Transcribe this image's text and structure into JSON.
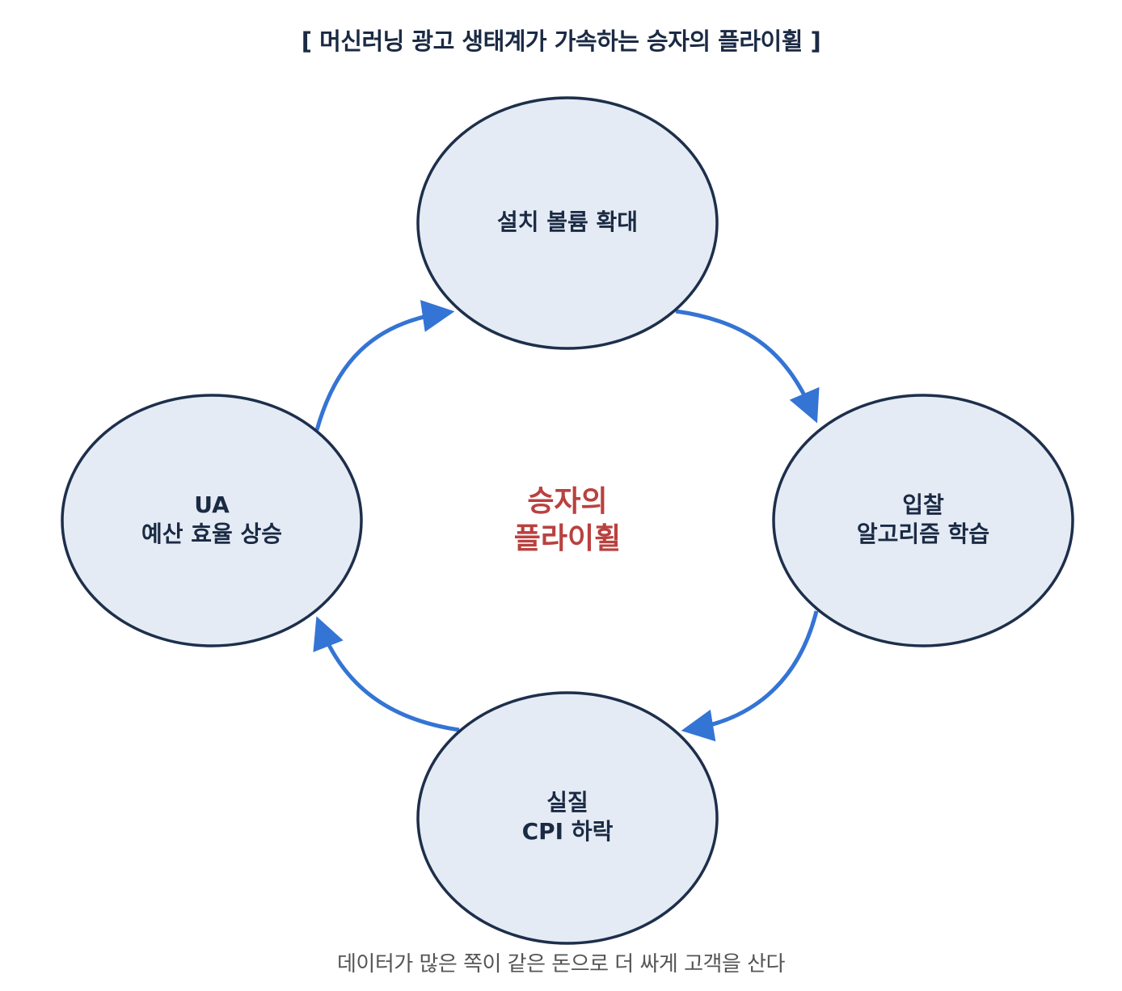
{
  "title": "[ 머신러닝 광고 생태계가 가속하는 승자의 플라이휠 ]",
  "caption": "데이터가 많은 쪽이 같은 돈으로 더 싸게 고객을 산다",
  "center": {
    "line1": "승자의",
    "line2": "플라이휠"
  },
  "nodes": {
    "top": {
      "line1": "설치 볼륨 확대"
    },
    "right": {
      "line1": "입찰",
      "line2": "알고리즘 학습"
    },
    "bottom": {
      "line1": "실질",
      "line2": "CPI 하락"
    },
    "left": {
      "line1": "UA",
      "line2": "예산 효율 상승"
    }
  },
  "colors": {
    "node_fill": "#e4ebf4",
    "node_stroke": "#1d2f4b",
    "arrow": "#3474d4",
    "center_text": "#b9413f",
    "title_text": "#1b2a44"
  }
}
